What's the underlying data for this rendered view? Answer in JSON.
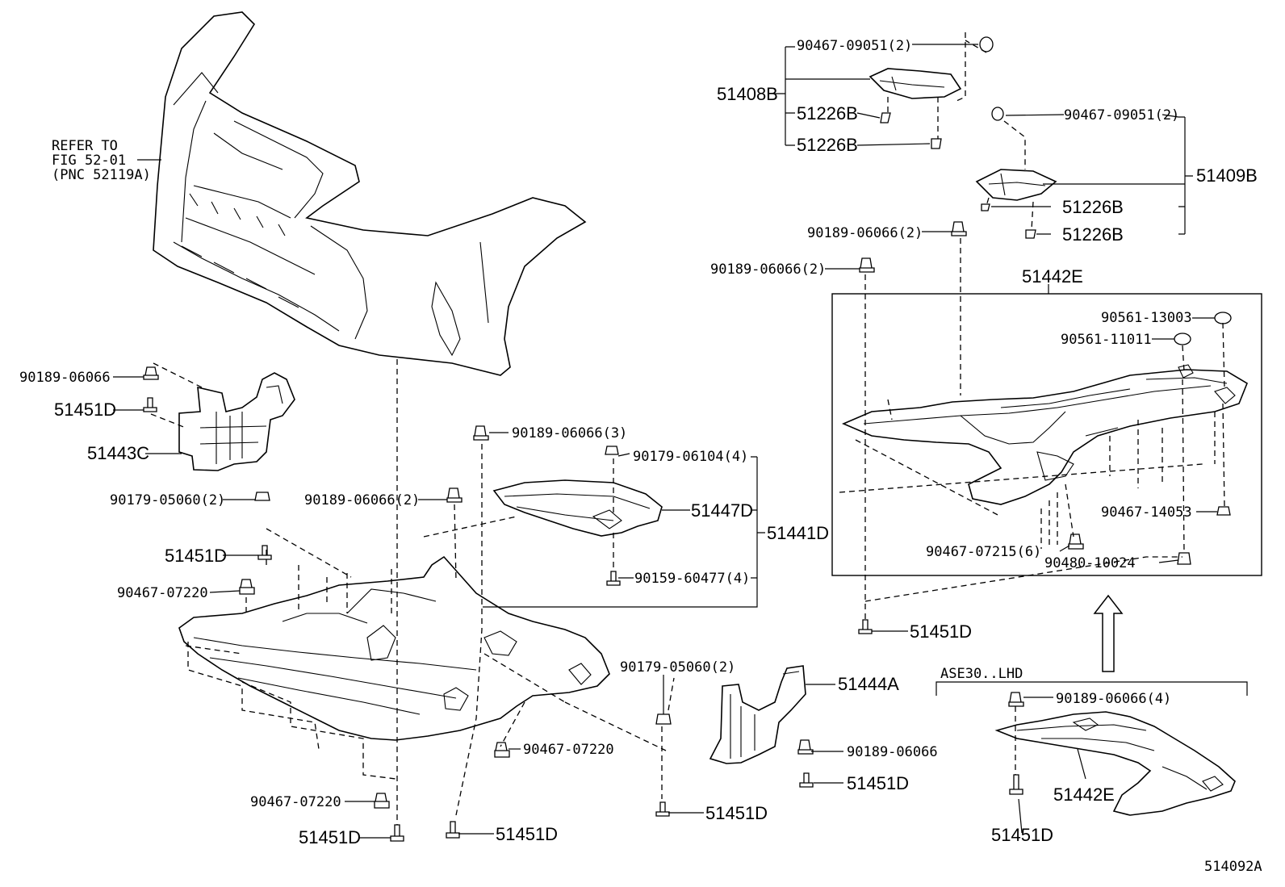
{
  "diagram": {
    "reference_note": [
      "REFER TO",
      "FIG 52-01",
      "(PNC 52119A)"
    ],
    "figure_id": "514092A",
    "variant_label": "ASE30..LHD",
    "part_numbers": {
      "p51408B": "51408B",
      "p51409B": "51409B",
      "p51226B_1": "51226B",
      "p51226B_2": "51226B",
      "p51226B_3": "51226B",
      "p51226B_4": "51226B",
      "p51442E_top": "51442E",
      "p51442E_low": "51442E",
      "p51443C": "51443C",
      "p51451D_1": "51451D",
      "p51451D_2": "51451D",
      "p51451D_3": "51451D",
      "p51451D_4": "51451D",
      "p51451D_5": "51451D",
      "p51451D_6": "51451D",
      "p51451D_7": "51451D",
      "p51451D_8": "51451D",
      "p51447D": "51447D",
      "p51441D": "51441D",
      "p51444A": "51444A"
    },
    "fasteners": {
      "f1": "90467-09051(2)",
      "f2": "90467-09051(2)",
      "f3": "90189-06066(2)",
      "f4": "90189-06066(2)",
      "f5": "90561-13003",
      "f6": "90561-11011",
      "f7": "90467-14053",
      "f8": "90467-07215(6)",
      "f9": "90480-10024",
      "f10": "90189-06066",
      "f11": "90179-05060(2)",
      "f12": "90189-06066(2)",
      "f13": "90189-06066(3)",
      "f14": "90179-06104(4)",
      "f15": "90159-60477(4)",
      "f16": "90467-07220",
      "f17": "90179-05060(2)",
      "f18": "90467-07220",
      "f19": "90189-06066",
      "f20": "90467-07220",
      "f21": "90189-06066(4)"
    }
  }
}
